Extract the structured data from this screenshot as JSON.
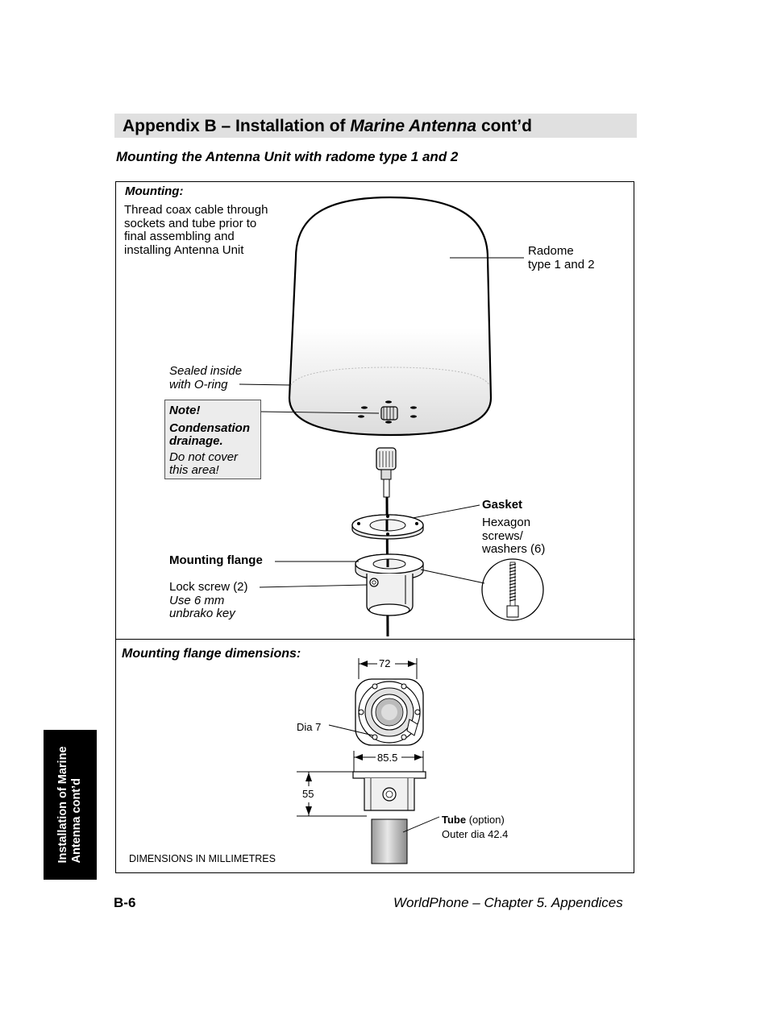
{
  "header": {
    "title_prefix": "Appendix B – Installation of ",
    "title_italic": "Marine Antenna",
    "title_suffix": " cont’d"
  },
  "subtitle": "Mounting the Antenna Unit with radome type 1 and 2",
  "mounting": {
    "heading": "Mounting:",
    "lines": [
      "Thread coax cable through",
      "sockets and tube prior to",
      "final assembling and",
      "installing Antenna Unit"
    ]
  },
  "labels": {
    "radome": [
      "Radome",
      "type 1 and 2"
    ],
    "sealed": [
      "Sealed inside",
      "with O-ring"
    ],
    "note": {
      "title": "Note!",
      "bold_lines": [
        "Condensation",
        "drainage."
      ],
      "italic_lines": [
        "Do not cover",
        "this area!"
      ]
    },
    "gasket": "Gasket",
    "hexagon": [
      "Hexagon",
      "screws/",
      "washers (6)"
    ],
    "mounting_flange": "Mounting flange",
    "lock_screw": "Lock screw (2)",
    "unbrako": [
      "Use 6 mm",
      "unbrako key"
    ]
  },
  "dimensions": {
    "heading": "Mounting flange dimensions:",
    "d72": "72",
    "dia7": "Dia 7",
    "d85": "85.5",
    "d55": "55",
    "tube_bold": "Tube",
    "tube_rest": " (option)",
    "outer_dia": "Outer dia 42.4",
    "units_note": "DIMENSIONS IN MILLIMETRES"
  },
  "side_tab": [
    "Installation of Marine",
    "Antenna cont’d"
  ],
  "footer": {
    "page": "B-6",
    "title": "WorldPhone – Chapter 5. Appendices"
  }
}
